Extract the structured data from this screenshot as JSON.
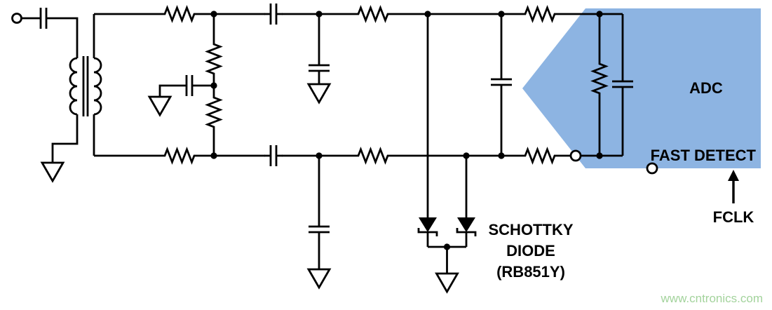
{
  "diagram": {
    "type": "circuit-schematic",
    "labels": {
      "adc": "ADC",
      "fast_detect": "FAST DETECT",
      "schottky": {
        "line1": "SCHOTTKY",
        "line2": "DIODE",
        "line3": "(RB851Y)"
      },
      "fclk": "FCLK"
    },
    "watermark": {
      "text": "www.cntronics.com"
    },
    "colors": {
      "adc_fill": "#8DB4E2",
      "wire": "#000000",
      "watermark_green": "#A3D39C",
      "background": "#FFFFFF"
    },
    "components": [
      "input-terminal",
      "dc-block-capacitor",
      "transformer-balun",
      "series-resistors",
      "termination-resistors",
      "bypass-capacitors",
      "series-capacitors",
      "differential-shunt-capacitor",
      "schottky-clamp-diodes",
      "ground-symbols",
      "adc-block",
      "adc-internal-rc",
      "analog-input-pin",
      "fast-detect-pin",
      "fclk-input-arrow"
    ]
  }
}
